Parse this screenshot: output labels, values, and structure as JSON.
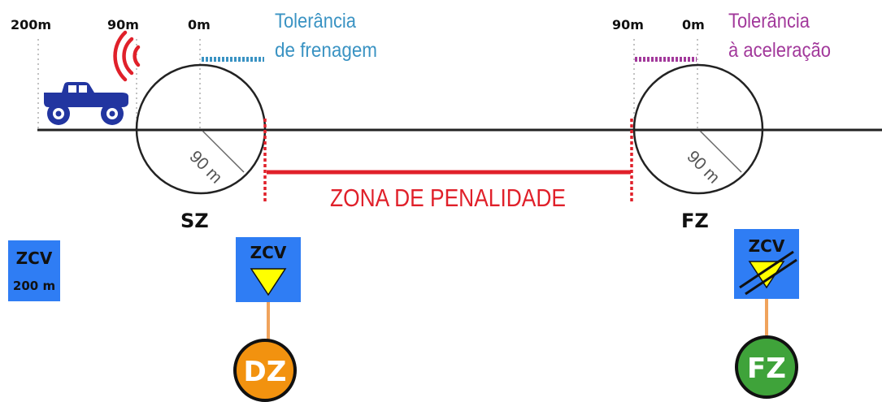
{
  "markers_left": {
    "d200": "200m",
    "d90": "90m",
    "d0": "0m"
  },
  "markers_right": {
    "d90": "90m",
    "d0": "0m"
  },
  "braking_tolerance": {
    "line1": "Tolerância",
    "line2": "de frenagem",
    "color": "#3a93c3"
  },
  "acceleration_tolerance": {
    "line1": "Tolerância",
    "line2": "à aceleração",
    "color": "#a2399b"
  },
  "radius_label_left": "90 m",
  "radius_label_right": "90 m",
  "penalty_zone": {
    "label": "ZONA DE PENALIDADE",
    "color": "#e0202a"
  },
  "zone_labels": {
    "start": "SZ",
    "finish": "FZ"
  },
  "signs": {
    "zcv_200": {
      "line1": "ZCV",
      "line2": "200 m"
    },
    "zcv_start": {
      "label": "ZCV"
    },
    "zcv_end": {
      "label": "ZCV"
    },
    "sign_color": "#2f7df4",
    "triangle_color": "#ffff00"
  },
  "circles": {
    "dz": {
      "label": "DZ",
      "color": "#f2920f"
    },
    "fz": {
      "label": "FZ",
      "color": "#3fa33a"
    }
  },
  "vehicle_color": "#2235a0",
  "radar_color": "#e0202a",
  "connector_color": "#f0a35c"
}
